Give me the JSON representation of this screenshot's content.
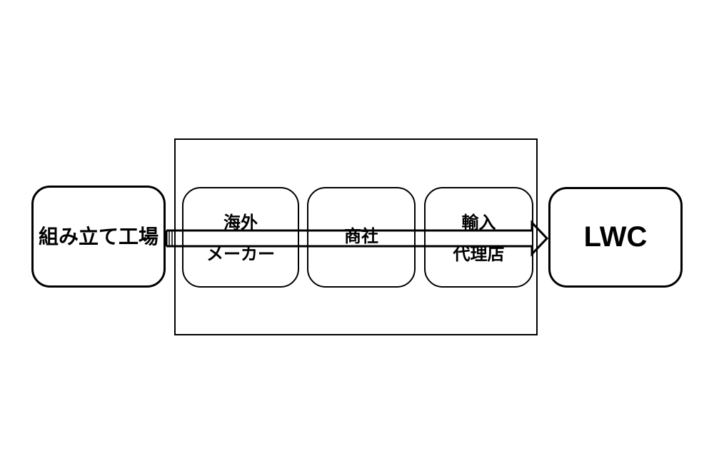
{
  "diagram": {
    "nodes": {
      "assembly_plant": {
        "label": "組み立て工場"
      },
      "overseas_maker": {
        "lines": [
          "海外",
          "メーカー"
        ]
      },
      "trading_company": {
        "label": "商社"
      },
      "import_agent": {
        "lines": [
          "輸入",
          "代理店"
        ]
      },
      "lwc": {
        "label": "LWC"
      }
    },
    "colors": {
      "stroke": "#000000",
      "background": "#ffffff"
    },
    "icons": {
      "flow_arrow": "double-line-right-arrow"
    }
  }
}
